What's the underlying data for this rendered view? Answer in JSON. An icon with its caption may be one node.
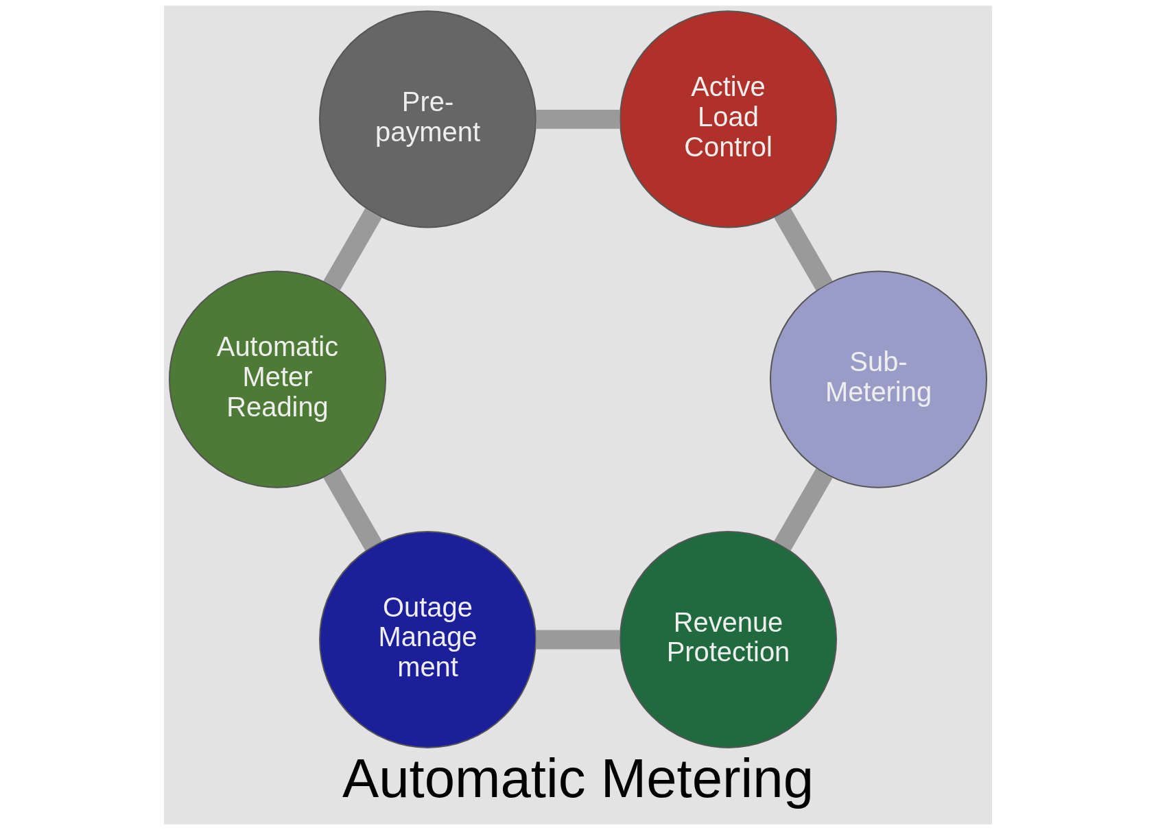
{
  "diagram": {
    "title": "Automatic Metering",
    "nodes": [
      {
        "text": [
          "Revenue Protection"
        ]
      },
      {
        "text": [
          "Outage Manage ment"
        ]
      },
      {
        "text": [
          "Automatic Meter Reading"
        ]
      },
      {
        "text": [
          "Pre- payment"
        ]
      },
      {
        "text": [
          "Active Load Control"
        ]
      },
      {
        "text": [
          "Sub- Metering"
        ]
      }
    ],
    "edges": [
      {
        "from": 0,
        "to": 1,
        "arrow": "none"
      },
      {
        "from": 1,
        "to": 2,
        "arrow": "none"
      },
      {
        "from": 2,
        "to": 3,
        "arrow": "none"
      },
      {
        "from": 3,
        "to": 4,
        "arrow": "none"
      },
      {
        "from": 4,
        "to": 5,
        "arrow": "none"
      },
      {
        "from": 5,
        "to": 0,
        "arrow": "none"
      }
    ]
  }
}
